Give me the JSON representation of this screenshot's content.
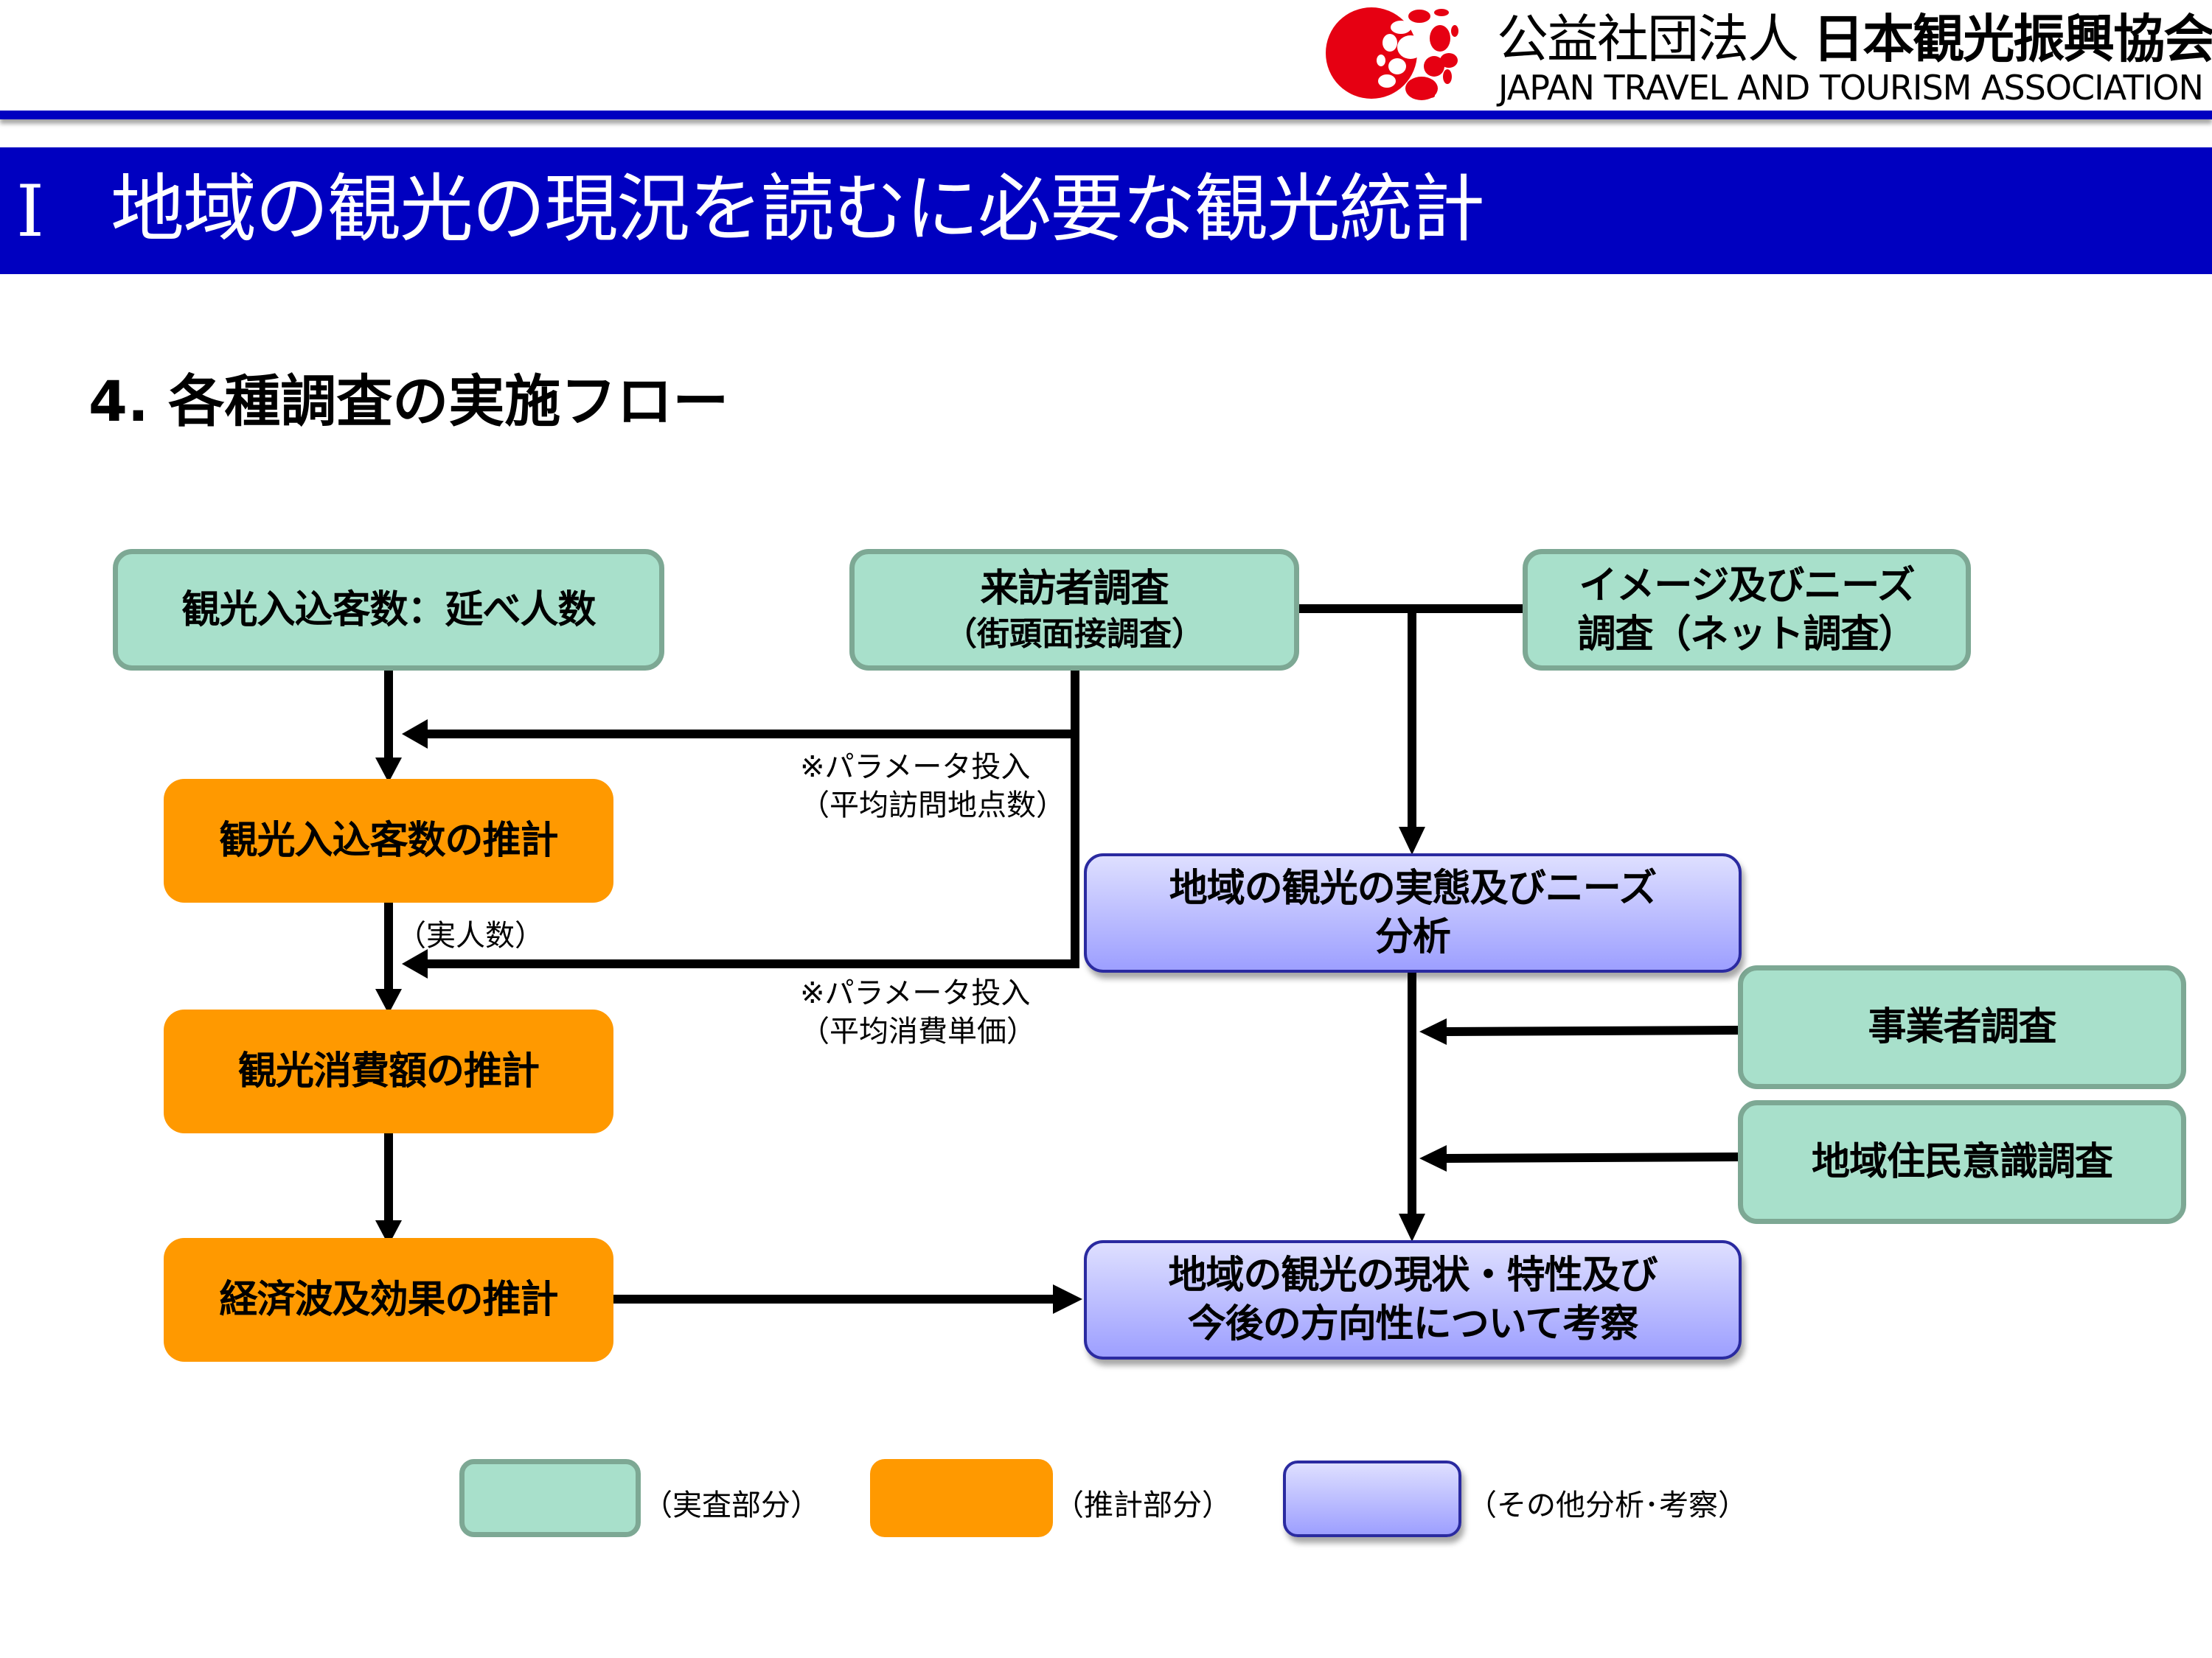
{
  "header": {
    "org_prefix": "公益社団法人",
    "org_name": "日本観光振興協会",
    "org_name_en": "JAPAN TRAVEL AND TOURISM ASSOCIATION",
    "logo_icon": "jtta-red-sphere-logo"
  },
  "title": {
    "number": "Ⅰ",
    "text": "地域の観光の現況を読むに必要な観光統計"
  },
  "section_heading": "4. 各種調査の実施フロー",
  "colors": {
    "survey_fill": "#a8e0cb",
    "survey_border": "#7da894",
    "estimate_fill": "#ff9900",
    "analysis_fill_top": "#dedfff",
    "analysis_fill_bottom": "#9d9fff",
    "analysis_border": "#2a2aa0",
    "title_band": "#0000c0"
  },
  "flow": {
    "nodes": {
      "tourist_count": {
        "line1": "観光入込客数：延べ人数",
        "type": "survey"
      },
      "visitor_survey": {
        "line1": "来訪者調査",
        "line2": "（街頭面接調査）",
        "type": "survey"
      },
      "image_needs_survey": {
        "line1": "イメージ及びニーズ",
        "line2": "調査（ネット調査）",
        "type": "survey"
      },
      "est_tourist_count": {
        "line1": "観光入込客数の推計",
        "type": "estimate"
      },
      "est_consumption": {
        "line1": "観光消費額の推計",
        "type": "estimate"
      },
      "est_economic_effect": {
        "line1": "経済波及効果の推計",
        "type": "estimate"
      },
      "needs_analysis": {
        "line1": "地域の観光の実態及びニーズ",
        "line2": "分析",
        "type": "analysis"
      },
      "business_survey": {
        "line1": "事業者調査",
        "type": "survey"
      },
      "resident_survey": {
        "line1": "地域住民意識調査",
        "type": "survey"
      },
      "conclusion": {
        "line1": "地域の観光の現状・特性及び",
        "line2": "今後の方向性について考察",
        "type": "analysis"
      }
    },
    "annotations": {
      "param1_line1": "※パラメータ投入",
      "param1_line2": "（平均訪問地点数）",
      "param2_line1": "※パラメータ投入",
      "param2_line2": "（平均消費単価）",
      "real_count": "（実人数）"
    },
    "edges": [
      {
        "from": "tourist_count",
        "to": "est_tourist_count"
      },
      {
        "from": "visitor_survey",
        "to": "est_tourist_count",
        "label": "param1"
      },
      {
        "from": "est_tourist_count",
        "to": "est_consumption",
        "label": "real_count"
      },
      {
        "from": "visitor_survey",
        "to": "est_consumption",
        "label": "param2"
      },
      {
        "from": "est_consumption",
        "to": "est_economic_effect"
      },
      {
        "from": "est_economic_effect",
        "to": "conclusion"
      },
      {
        "from": "visitor_survey",
        "to": "needs_analysis"
      },
      {
        "from": "image_needs_survey",
        "to": "needs_analysis"
      },
      {
        "from": "needs_analysis",
        "to": "conclusion"
      },
      {
        "from": "business_survey",
        "to": "needs_analysis_conclusion_line"
      },
      {
        "from": "resident_survey",
        "to": "needs_analysis_conclusion_line"
      }
    ]
  },
  "legend": [
    {
      "label": "（実査部分）",
      "type": "survey"
    },
    {
      "label": "（推計部分）",
      "type": "estimate"
    },
    {
      "label": "（その他分析･考察）",
      "type": "analysis"
    }
  ]
}
